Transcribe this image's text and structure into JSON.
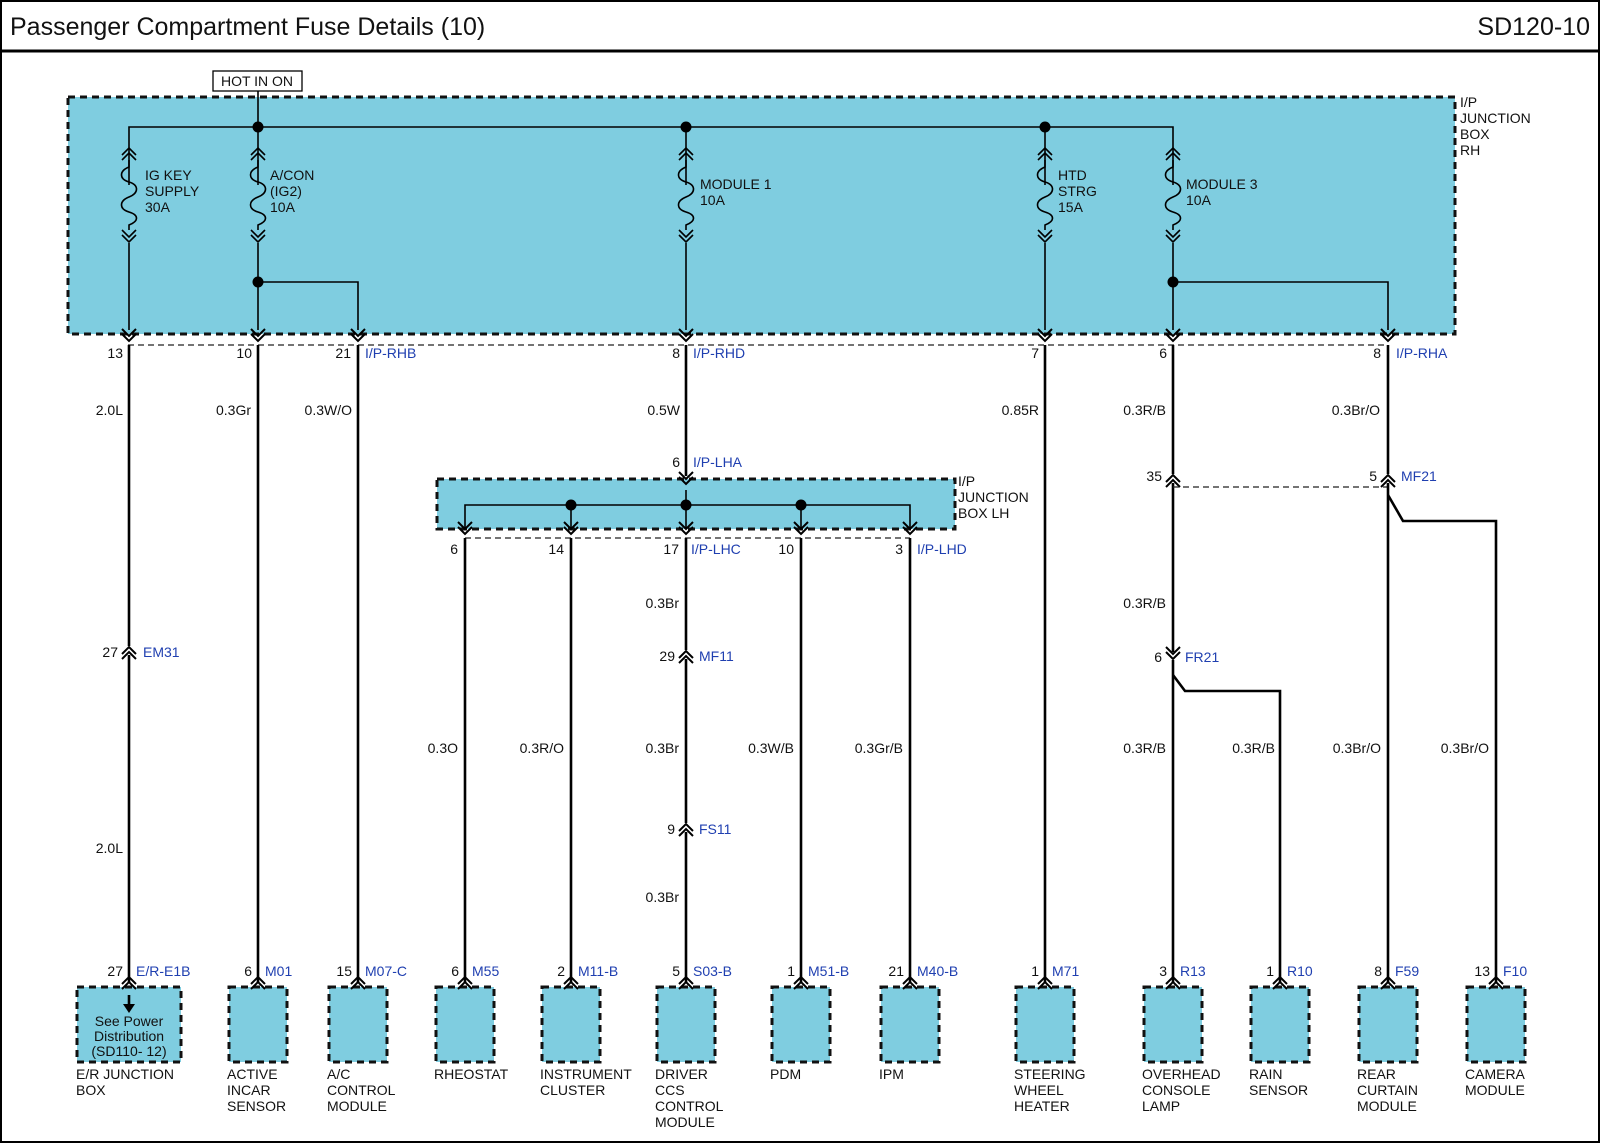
{
  "header": {
    "title": "Passenger Compartment Fuse Details (10)",
    "code": "SD120-10"
  },
  "power_source": "HOT IN ON",
  "junction_boxes": {
    "rh": [
      "I/P",
      "JUNCTION",
      "BOX",
      "RH"
    ],
    "lh": [
      "I/P",
      "JUNCTION",
      "BOX LH"
    ]
  },
  "fuses": [
    {
      "lines": [
        "IG KEY",
        "SUPPLY",
        "30A"
      ]
    },
    {
      "lines": [
        "A/CON",
        "(IG2)",
        "10A"
      ]
    },
    {
      "lines": [
        "MODULE 1",
        "10A"
      ]
    },
    {
      "lines": [
        "HTD",
        "STRG",
        "15A"
      ]
    },
    {
      "lines": [
        "MODULE 3",
        "10A"
      ]
    }
  ],
  "pins": {
    "rh_13": "13",
    "rh_10": "10",
    "rh_21": "21",
    "rh_8": "8",
    "rh_7": "7",
    "rh_6": "6",
    "rh_8b": "8",
    "lha_6": "6",
    "lh_6": "6",
    "lh_14": "14",
    "lh_17": "17",
    "lh_10": "10",
    "lh_3": "3",
    "em31": "27",
    "mf21_35": "35",
    "mf21_5": "5",
    "mf11": "29",
    "fs11": "9",
    "fr21": "6"
  },
  "connectors": {
    "rhb": "I/P-RHB",
    "rhd": "I/P-RHD",
    "rha": "I/P-RHA",
    "lha": "I/P-LHA",
    "lhc": "I/P-LHC",
    "lhd": "I/P-LHD",
    "em31": "EM31",
    "mf21": "MF21",
    "mf11": "MF11",
    "fs11": "FS11",
    "fr21": "FR21"
  },
  "wires": {
    "w1a": "2.0L",
    "w1b": "2.0L",
    "w2": "0.3Gr",
    "w3": "0.3W/O",
    "w4": "0.5W",
    "w5": "0.85R",
    "w6a": "0.3R/B",
    "w7a": "0.3Br/O",
    "w8": "0.3O",
    "w9": "0.3R/O",
    "w10a": "0.3Br",
    "w10b": "0.3Br",
    "w10c": "0.3Br",
    "w11": "0.3W/B",
    "w12": "0.3Gr/B",
    "w6b": "0.3R/B",
    "w6c": "0.3R/B",
    "w6d": "0.3R/B",
    "w7b": "0.3Br/O",
    "w7c": "0.3Br/O"
  },
  "components": [
    {
      "pin": "27",
      "conn": "E/R-E1B",
      "name": [
        "E/R JUNCTION",
        "BOX"
      ],
      "note": [
        "See Power",
        "Distribution",
        "(SD110- 12)"
      ]
    },
    {
      "pin": "6",
      "conn": "M01",
      "name": [
        "ACTIVE",
        "INCAR",
        "SENSOR"
      ]
    },
    {
      "pin": "15",
      "conn": "M07-C",
      "name": [
        "A/C",
        "CONTROL",
        "MODULE"
      ]
    },
    {
      "pin": "6",
      "conn": "M55",
      "name": [
        "RHEOSTAT"
      ]
    },
    {
      "pin": "2",
      "conn": "M11-B",
      "name": [
        "INSTRUMENT",
        "CLUSTER"
      ]
    },
    {
      "pin": "5",
      "conn": "S03-B",
      "name": [
        "DRIVER",
        "CCS",
        "CONTROL",
        "MODULE"
      ]
    },
    {
      "pin": "1",
      "conn": "M51-B",
      "name": [
        "PDM"
      ]
    },
    {
      "pin": "21",
      "conn": "M40-B",
      "name": [
        "IPM"
      ]
    },
    {
      "pin": "1",
      "conn": "M71",
      "name": [
        "STEERING",
        "WHEEL",
        "HEATER"
      ]
    },
    {
      "pin": "3",
      "conn": "R13",
      "name": [
        "OVERHEAD",
        "CONSOLE",
        "LAMP"
      ]
    },
    {
      "pin": "1",
      "conn": "R10",
      "name": [
        "RAIN",
        "SENSOR"
      ]
    },
    {
      "pin": "8",
      "conn": "F59",
      "name": [
        "REAR",
        "CURTAIN",
        "MODULE"
      ]
    },
    {
      "pin": "13",
      "conn": "F10",
      "name": [
        "CAMERA",
        "MODULE"
      ]
    }
  ]
}
